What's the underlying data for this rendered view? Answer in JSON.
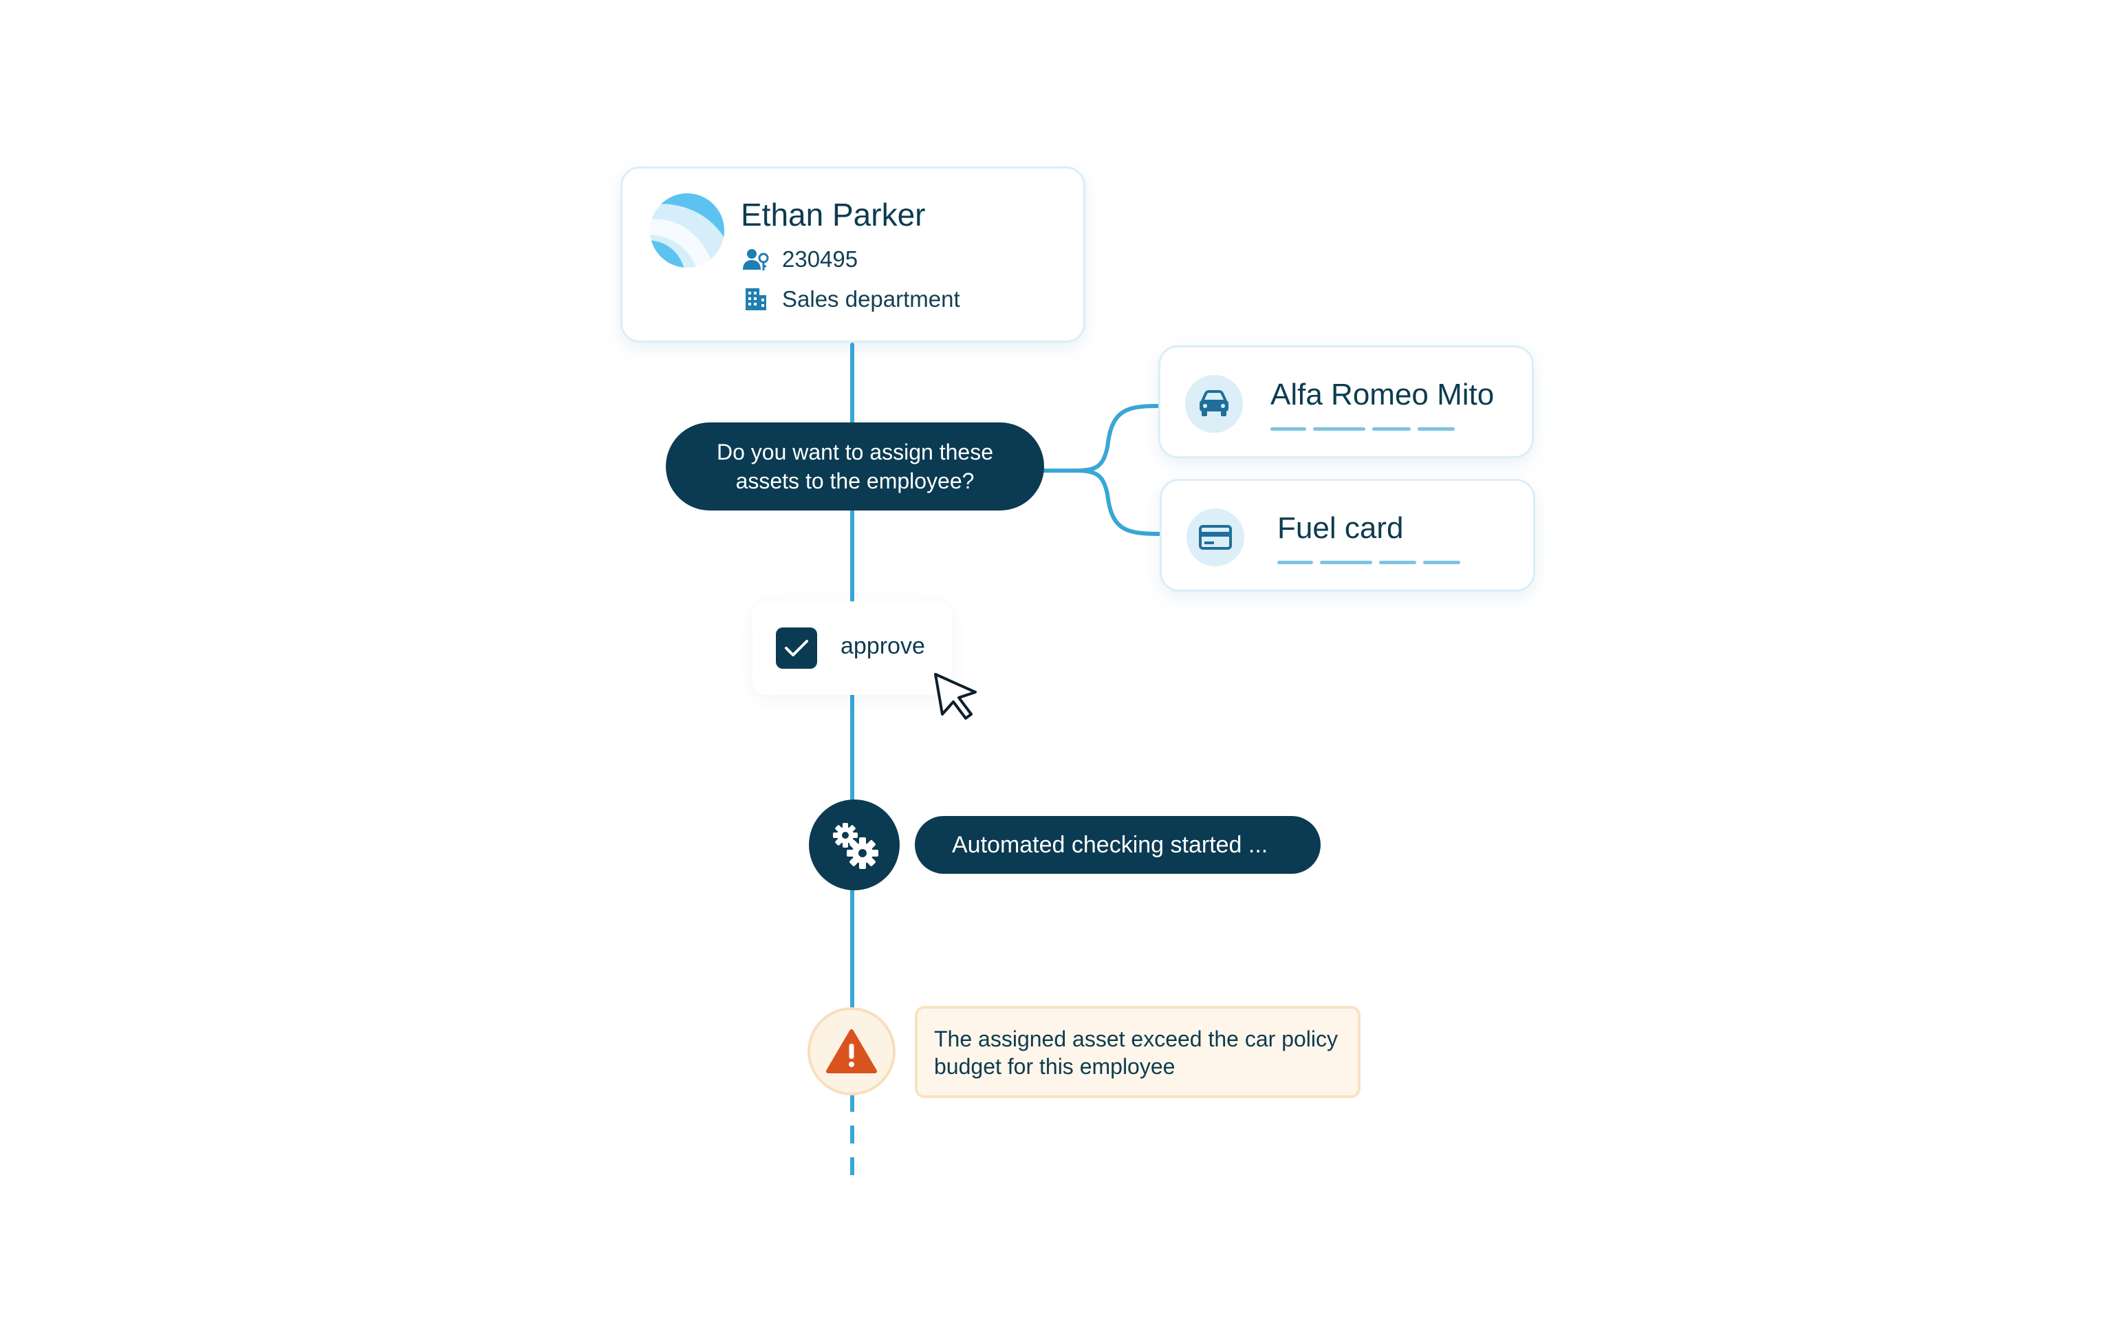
{
  "employee": {
    "name": "Ethan Parker",
    "employee_id": "230495",
    "department": "Sales department",
    "id_icon": "user-id-icon",
    "department_icon": "building-icon"
  },
  "question": {
    "text": "Do you want to assign these assets to the employee?"
  },
  "assets": [
    {
      "name": "Alfa Romeo Mito",
      "icon": "car-icon"
    },
    {
      "name": "Fuel card",
      "icon": "credit-card-icon"
    }
  ],
  "approval": {
    "label": "approve",
    "checked": true
  },
  "automation": {
    "status": "Automated checking started ...",
    "icon": "gears-icon"
  },
  "warning": {
    "message": "The assigned asset exceed the car policy budget for this employee",
    "icon": "warning-icon"
  },
  "colors": {
    "navy": "#0b3b52",
    "connector": "#3aa6d6",
    "warning_orange": "#d9531e",
    "warning_bg": "#fef6ea"
  }
}
